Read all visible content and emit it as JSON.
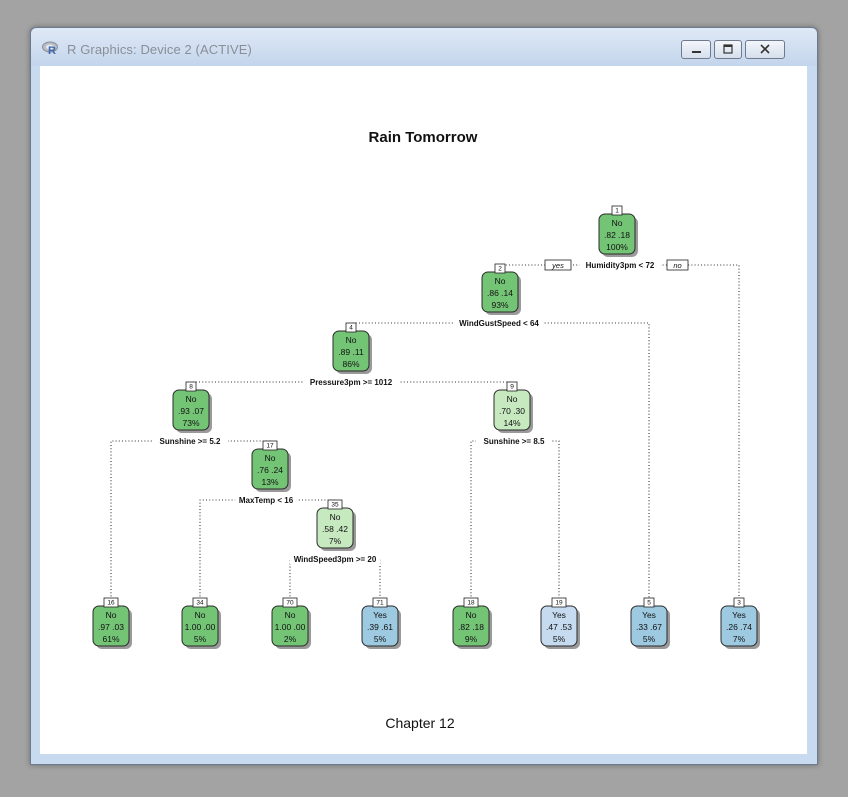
{
  "window": {
    "title": "R Graphics: Device 2 (ACTIVE)",
    "buttons": [
      "minimize",
      "maximize",
      "close"
    ]
  },
  "plot": {
    "title": "Rain Tomorrow",
    "caption": "Chapter 12",
    "colors": {
      "no": "#74c476",
      "no_light": "#c7e9c0",
      "yes": "#9ecae1",
      "yes_light": "#c6dbef"
    },
    "branch_labels": {
      "yes": "yes",
      "no": "no"
    }
  },
  "tree": {
    "nodes": [
      {
        "id": "1",
        "pred": "No",
        "probs": ".82  .18",
        "pct": "100%"
      },
      {
        "id": "2",
        "pred": "No",
        "probs": ".86  .14",
        "pct": "93%"
      },
      {
        "id": "4",
        "pred": "No",
        "probs": ".89  .11",
        "pct": "86%"
      },
      {
        "id": "8",
        "pred": "No",
        "probs": ".93  .07",
        "pct": "73%"
      },
      {
        "id": "9",
        "pred": "No",
        "probs": ".70  .30",
        "pct": "14%"
      },
      {
        "id": "17",
        "pred": "No",
        "probs": ".76  .24",
        "pct": "13%"
      },
      {
        "id": "35",
        "pred": "No",
        "probs": ".58  .42",
        "pct": "7%"
      },
      {
        "id": "16",
        "pred": "No",
        "probs": ".97  .03",
        "pct": "61%"
      },
      {
        "id": "34",
        "pred": "No",
        "probs": "1.00  .00",
        "pct": "5%"
      },
      {
        "id": "70",
        "pred": "No",
        "probs": "1.00  .00",
        "pct": "2%"
      },
      {
        "id": "71",
        "pred": "Yes",
        "probs": ".39  .61",
        "pct": "5%"
      },
      {
        "id": "18",
        "pred": "No",
        "probs": ".82  .18",
        "pct": "9%"
      },
      {
        "id": "19",
        "pred": "Yes",
        "probs": ".47  .53",
        "pct": "5%"
      },
      {
        "id": "5",
        "pred": "Yes",
        "probs": ".33  .67",
        "pct": "5%"
      },
      {
        "id": "3",
        "pred": "Yes",
        "probs": ".26  .74",
        "pct": "7%"
      }
    ],
    "splits": {
      "1": "Humidity3pm < 72",
      "2": "WindGustSpeed < 64",
      "4": "Pressure3pm >= 1012",
      "8": "Sunshine >= 5.2",
      "9": "Sunshine >= 8.5",
      "17": "MaxTemp < 16",
      "35": "WindSpeed3pm >= 20"
    }
  }
}
